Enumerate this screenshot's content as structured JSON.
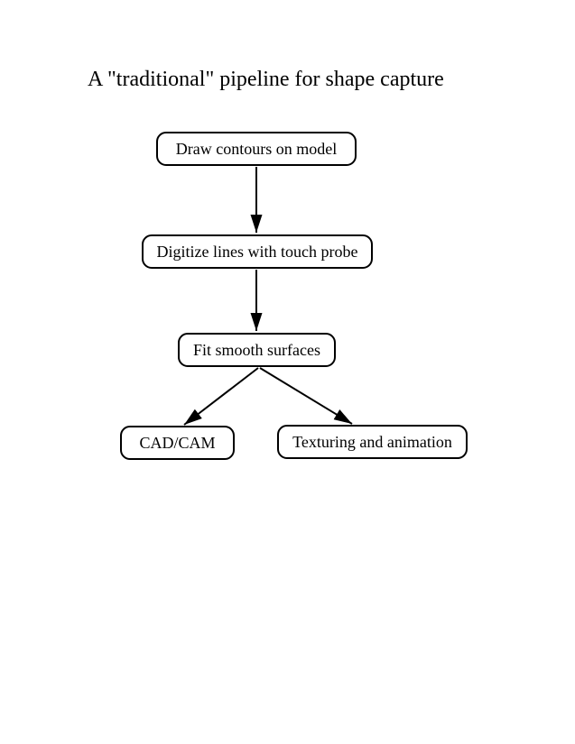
{
  "diagram": {
    "title": "A \"traditional\" pipeline for shape capture",
    "colors": {
      "background": "#ffffff",
      "border": "#000000",
      "text": "#000000",
      "arrow": "#000000"
    },
    "nodes": [
      {
        "id": "draw-contours",
        "label": "Draw contours on model"
      },
      {
        "id": "digitize-lines",
        "label": "Digitize lines with touch probe"
      },
      {
        "id": "fit-surfaces",
        "label": "Fit smooth surfaces"
      },
      {
        "id": "cad-cam",
        "label": "CAD/CAM"
      },
      {
        "id": "texturing",
        "label": "Texturing and animation"
      }
    ],
    "edges": [
      {
        "from": "draw-contours",
        "to": "digitize-lines"
      },
      {
        "from": "digitize-lines",
        "to": "fit-surfaces"
      },
      {
        "from": "fit-surfaces",
        "to": "cad-cam"
      },
      {
        "from": "fit-surfaces",
        "to": "texturing"
      }
    ]
  }
}
